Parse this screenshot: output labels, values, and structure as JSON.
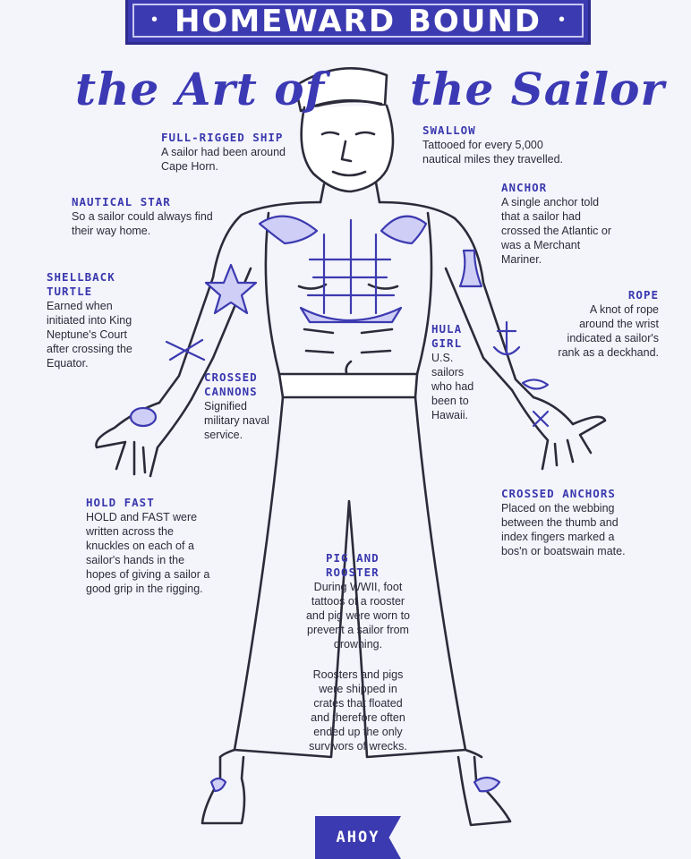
{
  "header": {
    "title": "HOMEWARD BOUND",
    "subtitle_left": "the Art of",
    "subtitle_right": "the Sailor"
  },
  "colors": {
    "ink": "#3c3ab0",
    "line": "#2b2b3a",
    "paper": "#f4f5fb"
  },
  "tattoos": {
    "full_rigged_ship": {
      "heading": "FULL-RIGGED SHIP",
      "text": "A sailor had been around Cape Horn."
    },
    "swallow": {
      "heading": "SWALLOW",
      "text": "Tattooed for every 5,000 nautical miles they travelled."
    },
    "nautical_star": {
      "heading": "NAUTICAL STAR",
      "text": "So a sailor could always find their way home."
    },
    "anchor": {
      "heading": "ANCHOR",
      "text": "A single anchor told that a sailor had crossed the Atlantic or was a Merchant Mariner."
    },
    "shellback_turtle": {
      "heading": "SHELLBACK TURTLE",
      "text": "Earned when initiated into King Neptune's Court after crossing the Equator."
    },
    "rope": {
      "heading": "ROPE",
      "text": "A knot of rope around the wrist indicated a sailor's rank as a deckhand."
    },
    "hula_girl": {
      "heading": "HULA GIRL",
      "text": "U.S. sailors who had been to Hawaii."
    },
    "crossed_cannons": {
      "heading": "CROSSED CANNONS",
      "text": "Signified military naval service."
    },
    "hold_fast": {
      "heading": "HOLD FAST",
      "text": "HOLD and FAST were written across the knuckles on each of a sailor's hands in the hopes of giving a sailor a good grip in the rigging."
    },
    "crossed_anchors": {
      "heading": "CROSSED ANCHORS",
      "text": "Placed on the webbing between the thumb and index fingers marked a bos'n or boatswain mate."
    },
    "pig_and_rooster": {
      "heading": "PIG AND ROOSTER",
      "text": "During WWII, foot tattoos of a rooster and pig were worn to prevent a sailor from drowning.",
      "text2": "Roosters and pigs were shipped in crates that floated and therefore often ended up the only survivors of wrecks."
    }
  },
  "footer": {
    "label": "AHOY"
  }
}
